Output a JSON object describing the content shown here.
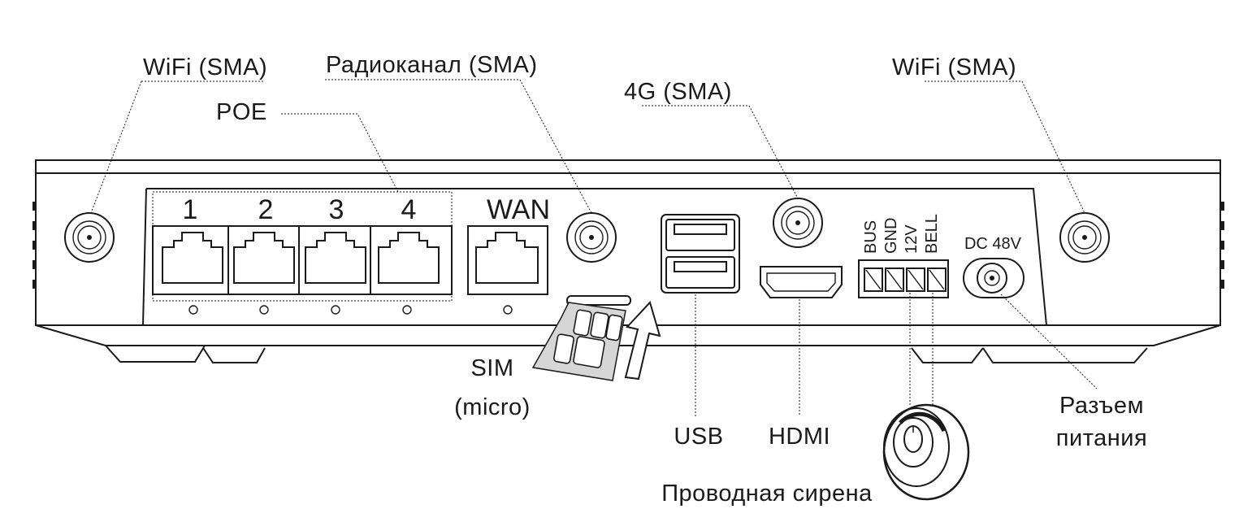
{
  "labels": {
    "wifi_left": "WiFi (SMA)",
    "radio": "Радиоканал (SMA)",
    "poe": "POE",
    "lte": "4G (SMA)",
    "wifi_right": "WiFi (SMA)",
    "wan": "WAN",
    "dc": "DC 48V",
    "sim_line1": "SIM",
    "sim_line2": "(micro)",
    "usb": "USB",
    "hdmi": "HDMI",
    "power_line1": "Разъем",
    "power_line2": "питания",
    "siren": "Проводная сирена"
  },
  "ports": [
    "1",
    "2",
    "3",
    "4"
  ],
  "terminals": [
    "BUS",
    "GND",
    "12V",
    "BELL"
  ]
}
